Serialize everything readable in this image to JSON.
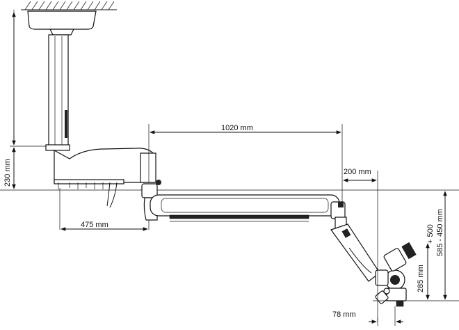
{
  "dimensions": {
    "arm_length": "1020 mm",
    "offset_200": "200 mm",
    "height_230": "230 mm",
    "column_475": "475 mm",
    "height_285": "285 mm",
    "plus_500": "+ 500",
    "range_585_450": "585 - 450 mm",
    "offset_78": "78 mm"
  },
  "colors": {
    "line": "#111111",
    "background": "#ffffff"
  }
}
